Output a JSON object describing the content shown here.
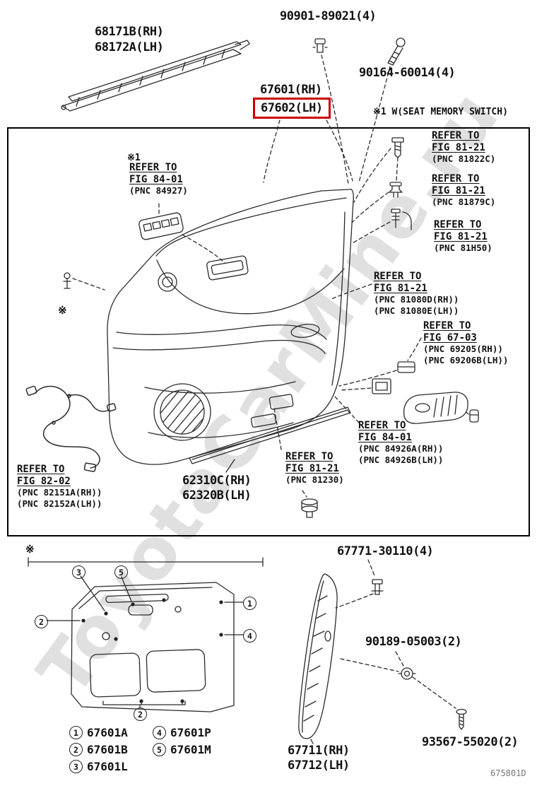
{
  "meta": {
    "doc_code": "675801D",
    "watermark": "ToyotaCarMine.ru"
  },
  "top": {
    "weatherstrip_rh": "68171B(RH)",
    "weatherstrip_lh": "68172A(LH)",
    "clip_part": "90901-89021(4)",
    "screw_part": "90164-60014(4)",
    "panel_rh": "67601(RH)",
    "panel_lh": "67602(LH)",
    "seat_memory_note": "※1 W(SEAT MEMORY SWITCH)"
  },
  "main_figure": {
    "flag_note": "※1",
    "asterisk": "※",
    "refs": {
      "switch_panel": {
        "l1": "REFER TO",
        "l2": "FIG 84-01",
        "l3": "(PNC 84927)"
      },
      "r81822c": {
        "l1": "REFER TO",
        "l2": "FIG 81-21",
        "l3": "(PNC 81822C)"
      },
      "r81879c": {
        "l1": "REFER TO",
        "l2": "FIG 81-21",
        "l3": "(PNC 81879C)"
      },
      "r81h50": {
        "l1": "REFER TO",
        "l2": "FIG 81-21",
        "l3": "(PNC 81H50)"
      },
      "r81080": {
        "l1": "REFER TO",
        "l2": "FIG 81-21",
        "l3": "(PNC 81080D(RH))",
        "l4": "(PNC 81080E(LH))"
      },
      "r6703": {
        "l1": "REFER TO",
        "l2": "FIG 67-03",
        "l3": "(PNC 69205(RH))",
        "l4": "(PNC 69206B(LH))"
      },
      "r84926": {
        "l1": "REFER TO",
        "l2": "FIG 84-01",
        "l3": "(PNC 84926A(RH))",
        "l4": "(PNC 84926B(LH))"
      },
      "r8202": {
        "l1": "REFER TO",
        "l2": "FIG 82-02",
        "l3": "(PNC 82151A(RH))",
        "l4": "(PNC 82152A(LH))"
      },
      "r81230": {
        "l1": "REFER TO",
        "l2": "FIG 81-21",
        "l3": "(PNC 81230)"
      }
    },
    "trim_strip_rh": "62310C(RH)",
    "trim_strip_lh": "62320B(LH)"
  },
  "bottom_figure": {
    "asterisk": "※",
    "pillar_clip_part": "67771-30110(4)",
    "grommet_part": "90189-05003(2)",
    "screw_part": "93567-55020(2)",
    "pillar_rh": "67711(RH)",
    "pillar_lh": "67712(LH)",
    "callouts": {
      "c1": "1",
      "c2": "2",
      "c3": "3",
      "c4": "4",
      "c5": "5"
    },
    "legend": [
      {
        "n": "1",
        "code": "67601A"
      },
      {
        "n": "2",
        "code": "67601B"
      },
      {
        "n": "3",
        "code": "67601L"
      },
      {
        "n": "4",
        "code": "67601P"
      },
      {
        "n": "5",
        "code": "67601M"
      }
    ]
  },
  "colors": {
    "highlight": "#cc0000",
    "line": "#2b2b2b",
    "text": "#111111",
    "watermark": "#c7c7c7"
  }
}
